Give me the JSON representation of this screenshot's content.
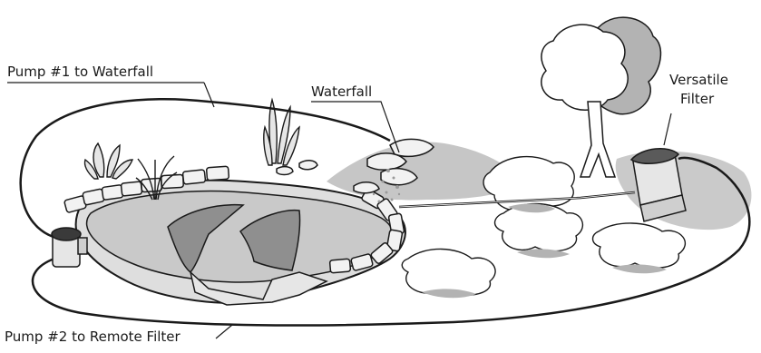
{
  "labels": {
    "pump1": "Pump #1 to Waterfall",
    "pump2": "Pump #2 to Remote Filter",
    "waterfall": "Waterfall",
    "filter_line1": "Versatile",
    "filter_line2": "Filter"
  },
  "colors": {
    "ink": "#1a1a1a",
    "water": "#c9c9c9",
    "deep_water": "#8f8f8f",
    "shadow": "#b3b3b3",
    "stone": "#f2f2f2"
  }
}
